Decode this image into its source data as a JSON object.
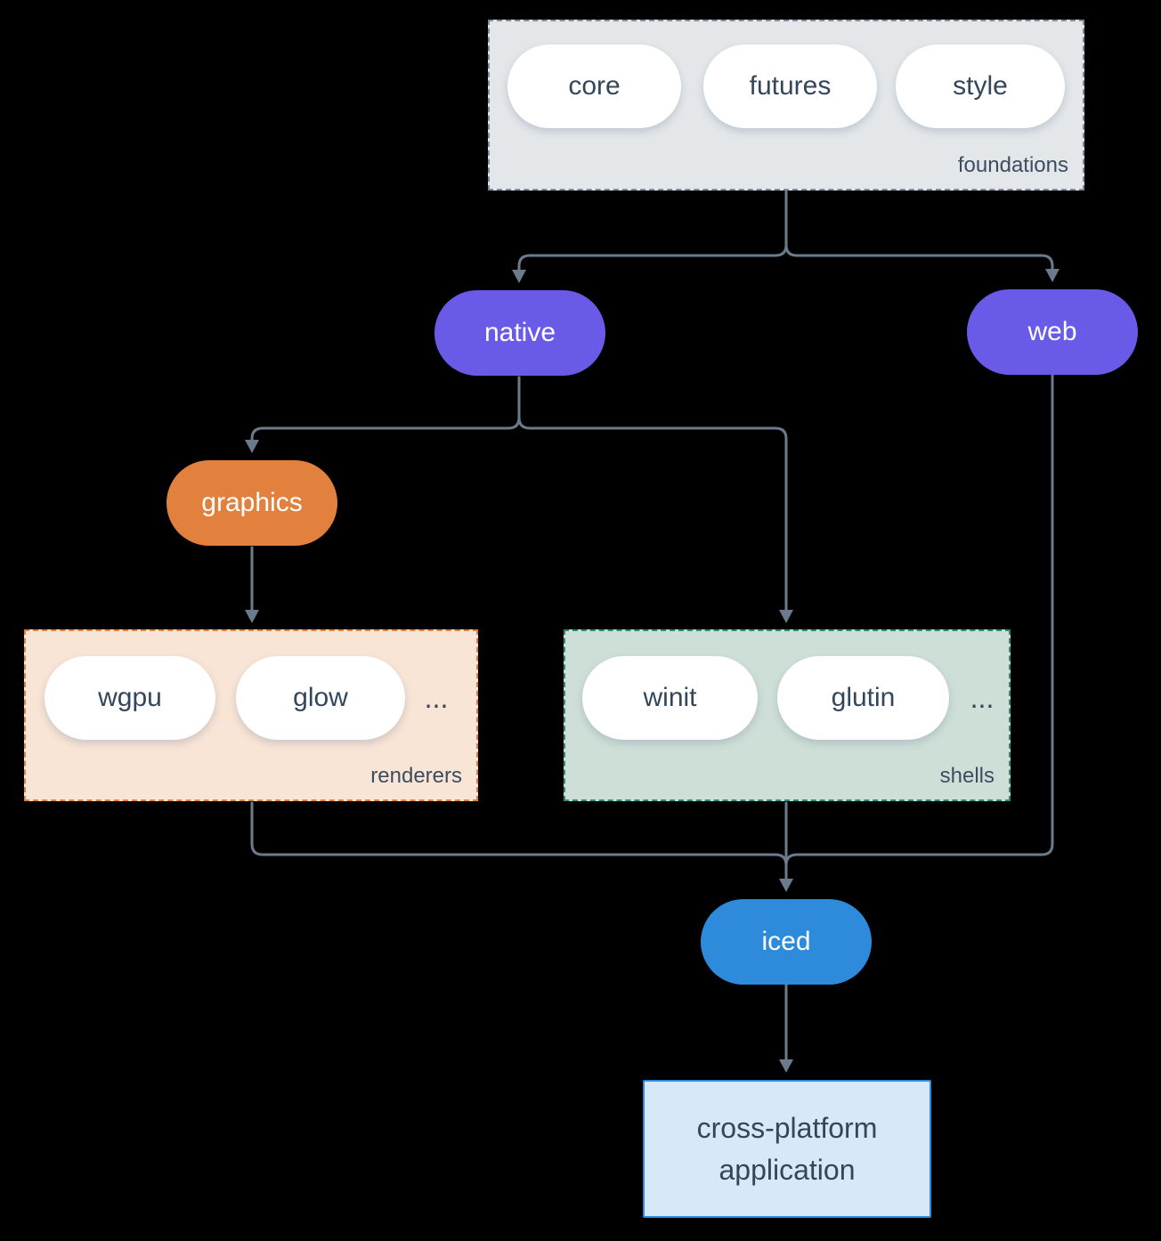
{
  "colors": {
    "canvas-bg": "#000000",
    "line": "#6B7B8D",
    "pill-text": "#33465A",
    "label-text": "#3D4D5F",
    "purple": "#6A5AE8",
    "orange": "#E2803E",
    "blue": "#2E8BDB",
    "foundations-fill": "#E3E7EA",
    "foundations-border": "#7D8B9B",
    "renderers-fill": "#F8E5D6",
    "shells-fill": "#CEDFD8",
    "shells-border": "#2E8B7B",
    "app-fill": "#D7E8F8"
  },
  "groups": {
    "foundations": {
      "label": "foundations",
      "pills": [
        "core",
        "futures",
        "style"
      ]
    },
    "renderers": {
      "label": "renderers",
      "pills": [
        "wgpu",
        "glow"
      ],
      "ellipsis": "..."
    },
    "shells": {
      "label": "shells",
      "pills": [
        "winit",
        "glutin"
      ],
      "ellipsis": "..."
    }
  },
  "nodes": {
    "native": "native",
    "web": "web",
    "graphics": "graphics",
    "iced": "iced",
    "application": "cross-platform application"
  }
}
